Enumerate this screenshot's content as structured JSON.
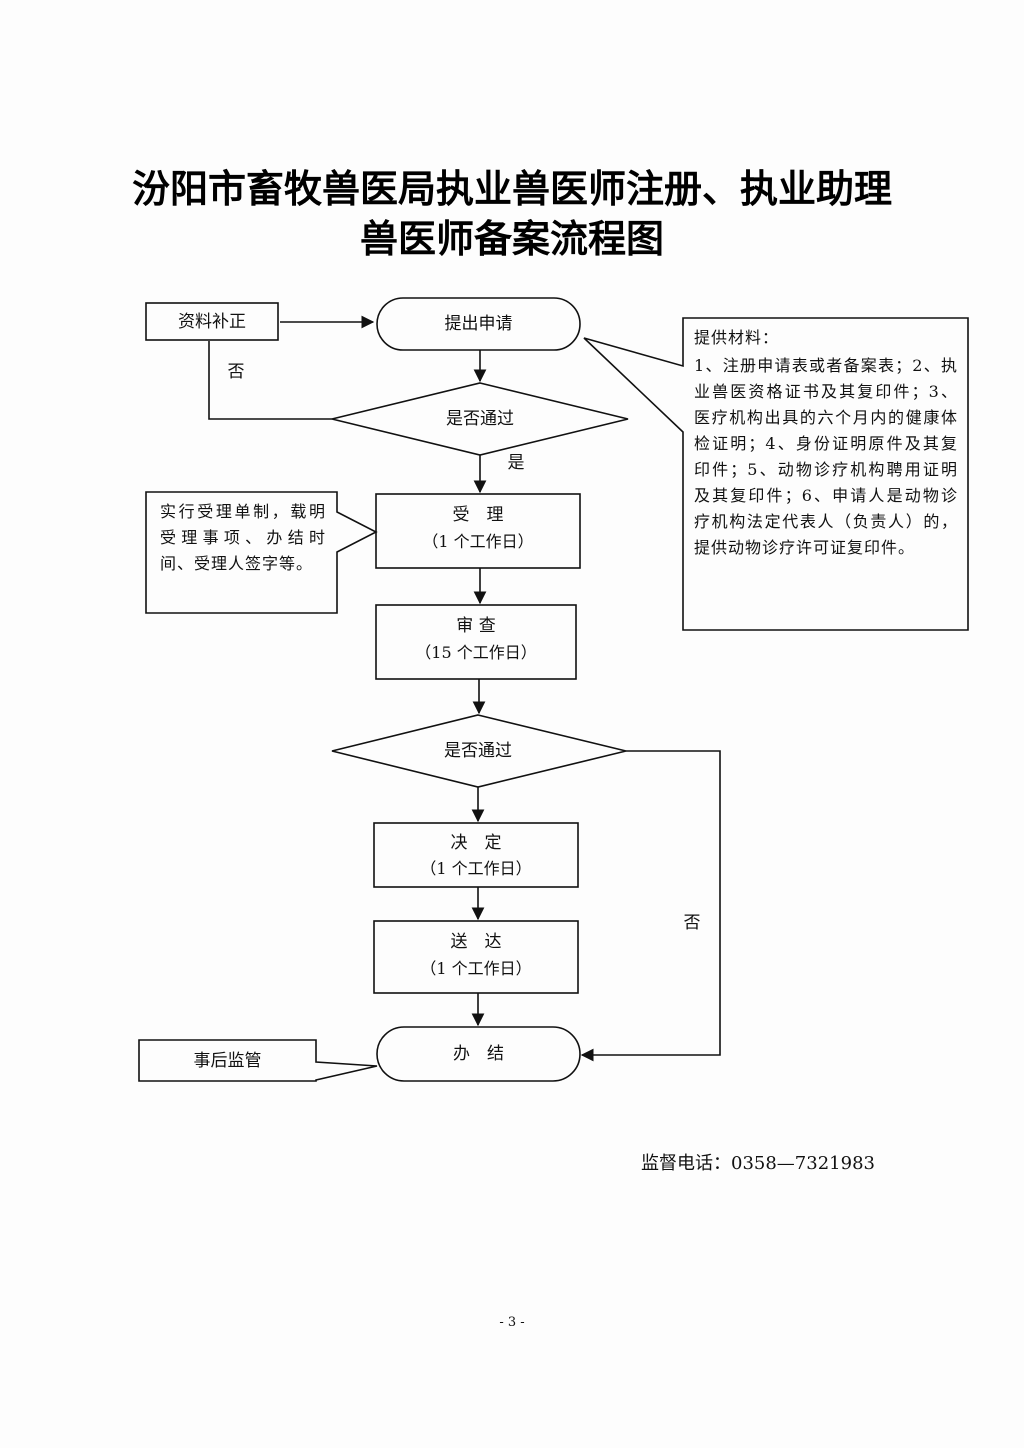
{
  "title": {
    "line1": "汾阳市畜牧兽医局执业兽医师注册、执业助理",
    "line2": "兽医师备案流程图"
  },
  "nodes": {
    "supplement": "资料补正",
    "submit": "提出申请",
    "decision1": "是否通过",
    "accept": {
      "label": "受　理",
      "duration": "（1 个工作日）"
    },
    "review": {
      "label": "审 查",
      "duration": "（15 个工作日）"
    },
    "decision2": "是否通过",
    "decide": {
      "label": "决　定",
      "duration": "（1 个工作日）"
    },
    "deliver": {
      "label": "送　达",
      "duration": "（1 个工作日）"
    },
    "finish": "办　结",
    "supervise": "事后监管"
  },
  "edge_labels": {
    "no1": "否",
    "yes1": "是",
    "no2": "否"
  },
  "notes": {
    "accept_note": "实行受理单制，载明受理事项、办结时间、受理人签字等。",
    "materials_title": "提供材料：",
    "materials_body": "1、注册申请表或者备案表；2、执业兽医资格证书及其复印件；3、医疗机构出具的六个月内的健康体检证明；4、身份证明原件及其复印件；5、动物诊疗机构聘用证明及其复印件；6、申请人是动物诊疗机构法定代表人（负责人）的，提供动物诊疗许可证复印件。"
  },
  "footer": {
    "phone": "监督电话：0358—7321983",
    "page": "- 3 -"
  }
}
